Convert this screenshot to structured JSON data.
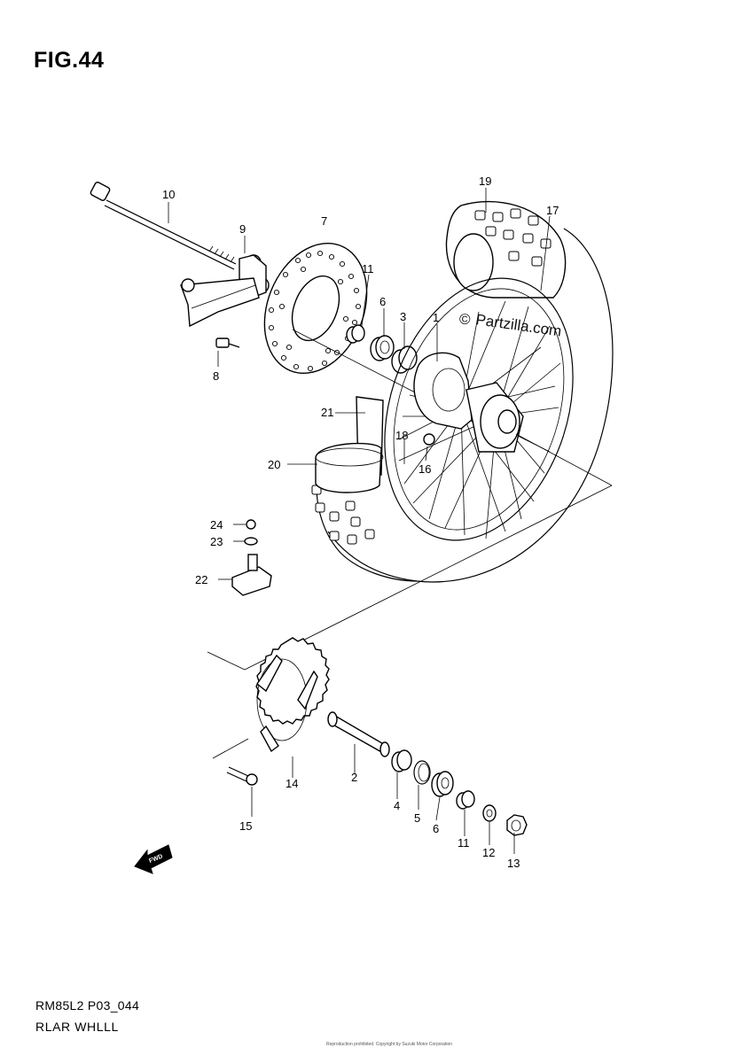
{
  "figure": {
    "label": "FIG.44",
    "model_code": "RM85L2 P03_044",
    "title": "RLAR WHLLL",
    "footer": "Reproduction prohibited. Copyright by Suzuki Motor Corporation"
  },
  "watermark": {
    "symbol": "©",
    "text": "Partzilla.com"
  },
  "direction_badge": {
    "icon": "fwd-arrow-icon",
    "text": "FWD"
  },
  "callouts": {
    "c1": "1",
    "c2": "2",
    "c3": "3",
    "c4": "4",
    "c5": "5",
    "c6a": "6",
    "c6b": "6",
    "c7": "7",
    "c8": "8",
    "c9": "9",
    "c10": "10",
    "c11a": "11",
    "c11b": "11",
    "c12": "12",
    "c13": "13",
    "c14": "14",
    "c15": "15",
    "c16": "16",
    "c17": "17",
    "c18": "18",
    "c19": "19",
    "c20": "20",
    "c21": "21",
    "c22": "22",
    "c23": "23",
    "c24": "24"
  }
}
